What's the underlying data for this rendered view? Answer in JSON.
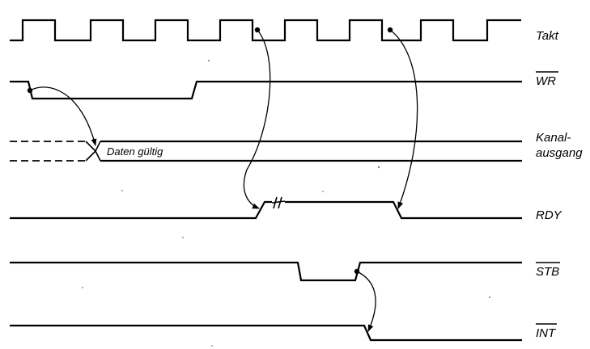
{
  "signals": {
    "takt": "Takt",
    "wr": "WR",
    "kanal_line1": "Kanal-",
    "kanal_line2": "ausgang",
    "rdy": "RDY",
    "stb": "STB",
    "int": "INT"
  },
  "annotations": {
    "data_valid": "Daten gültig"
  },
  "colors": {
    "ink": "#000000",
    "paper": "#ffffff"
  }
}
